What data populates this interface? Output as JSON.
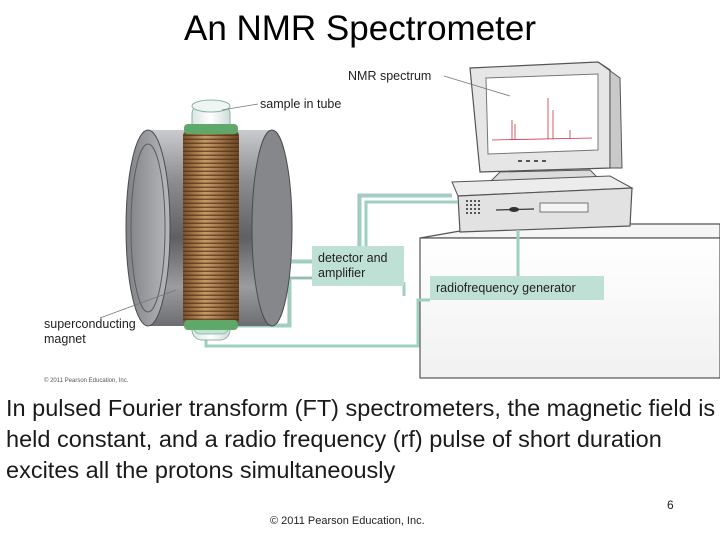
{
  "slide": {
    "title": "An NMR Spectrometer",
    "body": "In pulsed Fourier transform (FT) spectrometers, the magnetic field is held constant, and a radio frequency (rf) pulse of short duration excites all the protons simultaneously",
    "footer_copyright": "© 2011 Pearson Education, Inc.",
    "page_number": "6"
  },
  "diagram": {
    "labels": {
      "nmr_spectrum": "NMR spectrum",
      "sample_in_tube": "sample in tube",
      "detector_line1": "detector and",
      "detector_line2": "amplifier",
      "rf_generator": "radiofrequency generator",
      "magnet_line1": "superconducting",
      "magnet_line2": "magnet",
      "image_credit": "© 2011 Pearson Education, Inc."
    },
    "colors": {
      "wire": "#9fcfc0",
      "label_box": "#bfe0d4",
      "magnet": "#8a8c90",
      "coil": "#9a6a3a",
      "computer": "#e8e8e8"
    }
  }
}
